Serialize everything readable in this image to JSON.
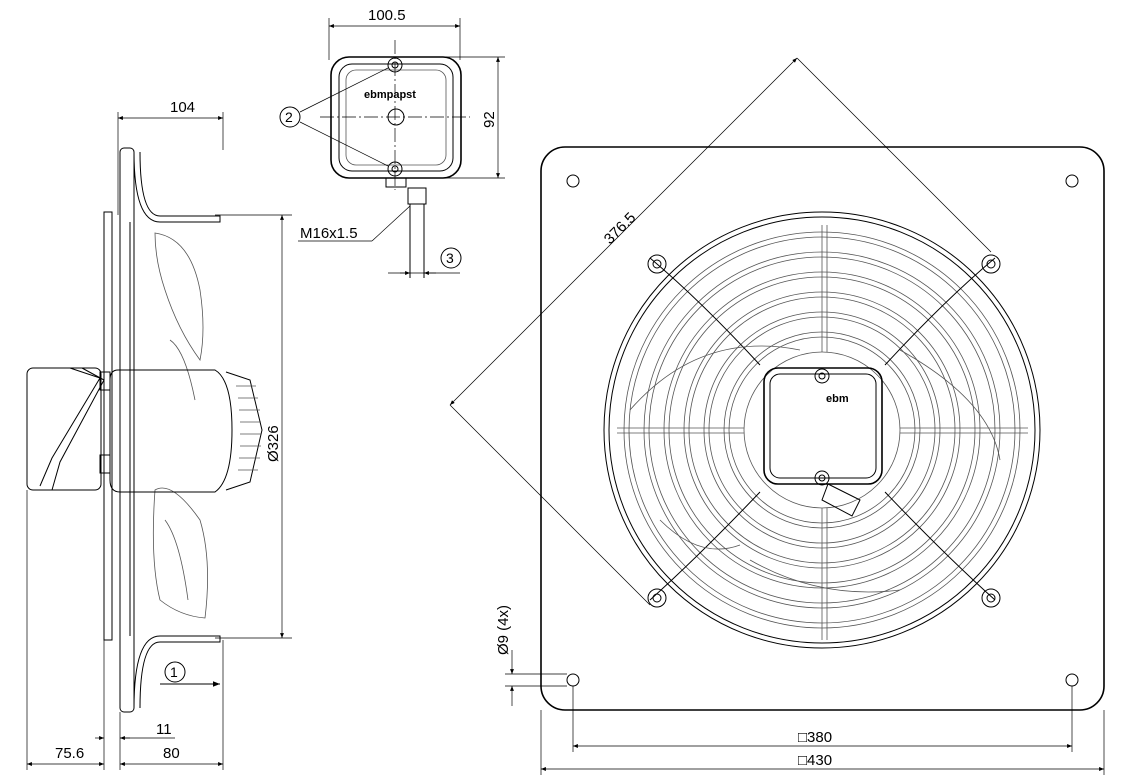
{
  "dimensions": {
    "terminal_box_width": "100.5",
    "terminal_box_height": "92",
    "cable_gland": "M16x1.5",
    "side_depth": "104",
    "ring_diameter": "Ø326",
    "diagonal": "376.5",
    "hole_diameter": "Ø9 (4x)",
    "hole_pitch": "□380",
    "plate_size": "□430",
    "flange_thickness": "11",
    "depth_front": "75.6",
    "depth_rear": "80"
  },
  "callouts": {
    "airflow": "1",
    "fixing_screws": "2",
    "gland_offset": "3"
  },
  "logos": {
    "terminal_box": "ebmpapst",
    "front_box": "ebm"
  }
}
